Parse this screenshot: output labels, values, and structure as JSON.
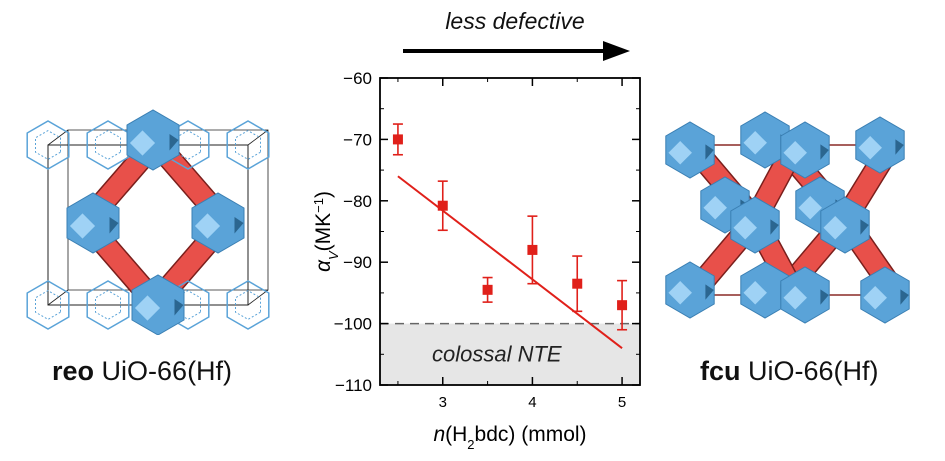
{
  "arrow_caption": "less defective",
  "left_structure": {
    "bold": "reo",
    "name": "UiO-66(Hf)"
  },
  "right_structure": {
    "bold": "fcu",
    "name": "UiO-66(Hf)"
  },
  "colors": {
    "cluster_blue": "#5aa3d8",
    "cluster_light": "#9fd2f5",
    "linker_red": "#e8504a",
    "linker_dark": "#7a1f1c",
    "data_red": "#e0201a",
    "ntе_region": "#e6e6e6"
  },
  "chart_data": {
    "type": "scatter",
    "xlabel_prefix": "n",
    "xlabel_sub": "2",
    "xlabel_parts": [
      "(H",
      "bdc) (mmol)"
    ],
    "ylabel_symbol": "α",
    "ylabel_sub": "V",
    "ylabel_unit": "(MK",
    "ylabel_sup": "−1",
    "ylabel_close": ")",
    "xlim": [
      2.3,
      5.2
    ],
    "ylim": [
      -110,
      -60
    ],
    "xticks": [
      3,
      4,
      5
    ],
    "yticks": [
      -60,
      -70,
      -80,
      -90,
      -100,
      -110
    ],
    "ytick_labels": [
      "−60",
      "−70",
      "−80",
      "−90",
      "−100",
      "−110"
    ],
    "points": [
      {
        "x": 2.5,
        "y": -70.0,
        "err_low": 2.5,
        "err_high": 2.5
      },
      {
        "x": 3.0,
        "y": -80.8,
        "err_low": 4.0,
        "err_high": 4.0
      },
      {
        "x": 3.5,
        "y": -94.5,
        "err_low": 2.0,
        "err_high": 2.0
      },
      {
        "x": 4.0,
        "y": -88.0,
        "err_low": 5.5,
        "err_high": 5.5
      },
      {
        "x": 4.5,
        "y": -93.5,
        "err_low": 4.5,
        "err_high": 4.5
      },
      {
        "x": 5.0,
        "y": -97.0,
        "err_low": 4.0,
        "err_high": 4.0
      }
    ],
    "fit_line": {
      "x": [
        2.5,
        5.0
      ],
      "y": [
        -76.0,
        -104.0
      ]
    },
    "threshold": -100,
    "region_label": "colossal NTE"
  }
}
